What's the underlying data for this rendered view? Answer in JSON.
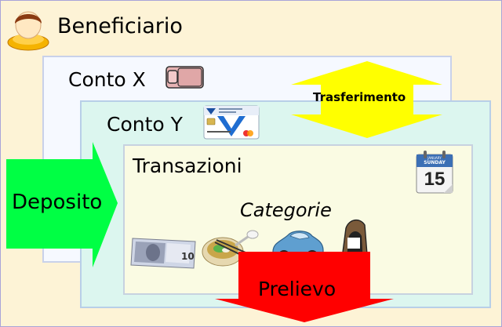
{
  "labels": {
    "beneficiario": "Beneficiario",
    "conto_x": "Conto X",
    "conto_y": "Conto Y",
    "transazioni": "Transazioni",
    "categorie": "Categorie",
    "deposito": "Deposito",
    "prelievo": "Prelievo",
    "trasferimento": "Trasferimento"
  },
  "calendar": {
    "day_number": "15",
    "weekday": "SUNDAY",
    "month": "JANUARY"
  },
  "banknote": {
    "value": "10"
  },
  "colors": {
    "background": "#fdf3d6",
    "deposito_arrow": "#00ff44",
    "prelievo_arrow": "#ff0000",
    "trasferimento_arrow": "#ffff00"
  },
  "icons": [
    "person-icon",
    "wallet-icon",
    "credit-card-icon",
    "calendar-icon",
    "banknote-icon",
    "food-bowl-icon",
    "car-icon",
    "iron-icon"
  ]
}
